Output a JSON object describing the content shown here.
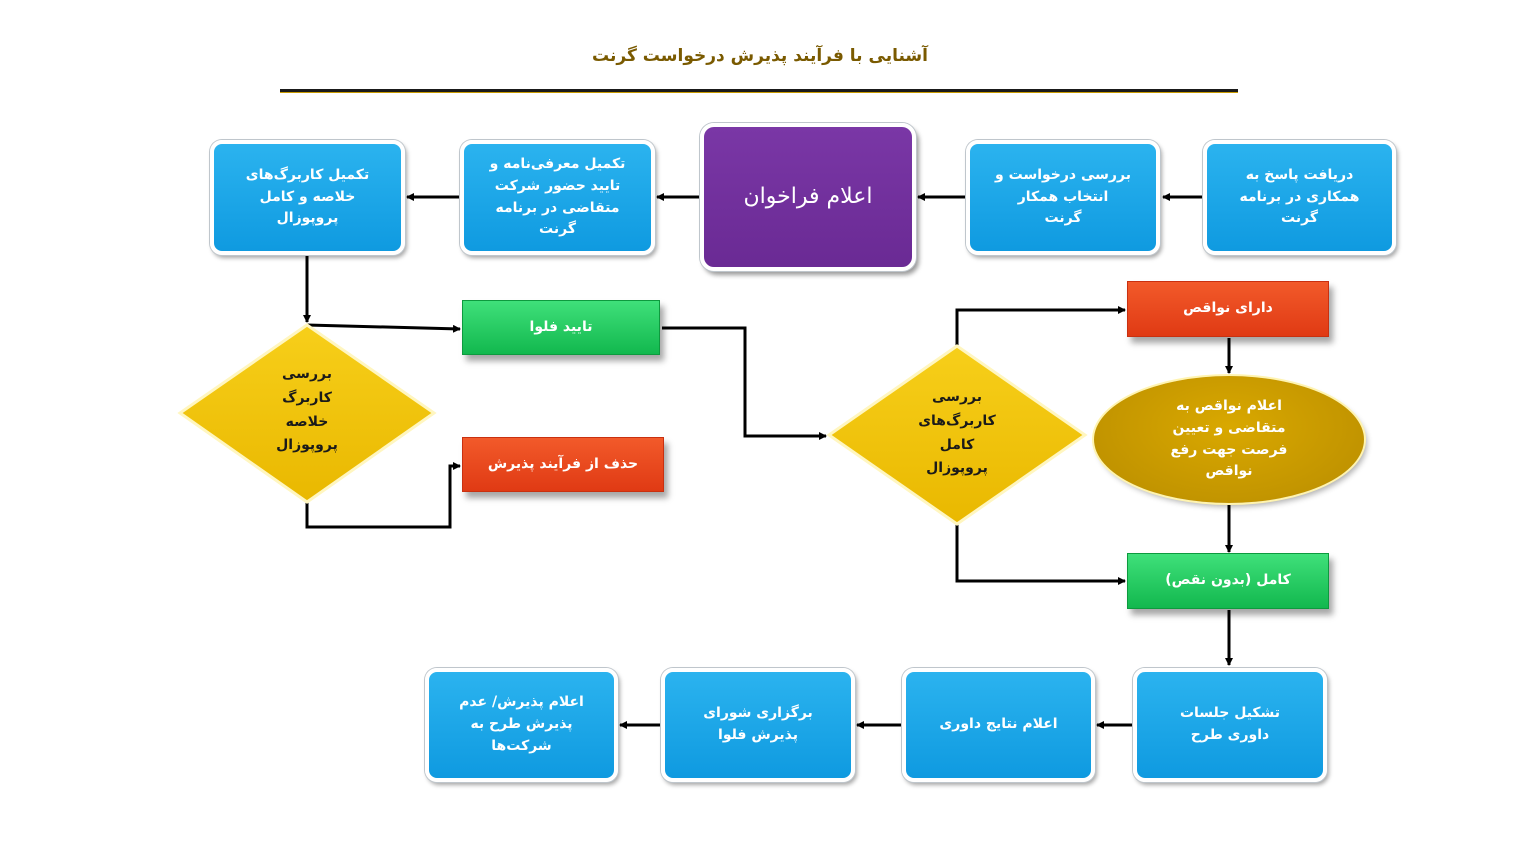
{
  "title": "آشنایی با فرآیند پذیرش درخواست گرنت",
  "nodes": {
    "n1": "دریافت پاسخ به\nهمکاری در برنامه\nگرنت",
    "n2": "بررسی درخواست و\nانتخاب همکار\nگرنت",
    "n3": "اعلام فراخوان",
    "n4": "تکمیل معرفی‌نامه و\nتایید حضور شرکت\nمتقاضی در برنامه\nگرنت",
    "n5": "تکمیل کاربرگ‌های\nخلاصه و کامل\nپروپوزال",
    "d1": "بررسی\nکاربرگ\nخلاصه\nپروپوزال",
    "g1": "تایید فلوا",
    "r1": "حذف از فرآیند پذیرش",
    "d2": "بررسی\nکاربرگ‌های\nکامل\nپروپوزال",
    "r2": "دارای نواقص",
    "e1": "اعلام نواقص به\nمتقاضی و تعیین\nفرصت جهت رفع\nنواقص",
    "g2": "کامل (بدون نقص)",
    "b1": "تشکیل جلسات\nداوری طرح",
    "b2": "اعلام نتایج داوری",
    "b3": "برگزاری شورای\nپذیرش فلوا",
    "b4": "اعلام پذیرش/ عدم\nپذیرش طرح به\nشرکت‌ها"
  },
  "colors": {
    "blue": "#1aa5e8",
    "purple": "#6e2e98",
    "green": "#22c85c",
    "red": "#e8451c",
    "diamond": "#f2c200",
    "ellipse": "#c79a00"
  }
}
